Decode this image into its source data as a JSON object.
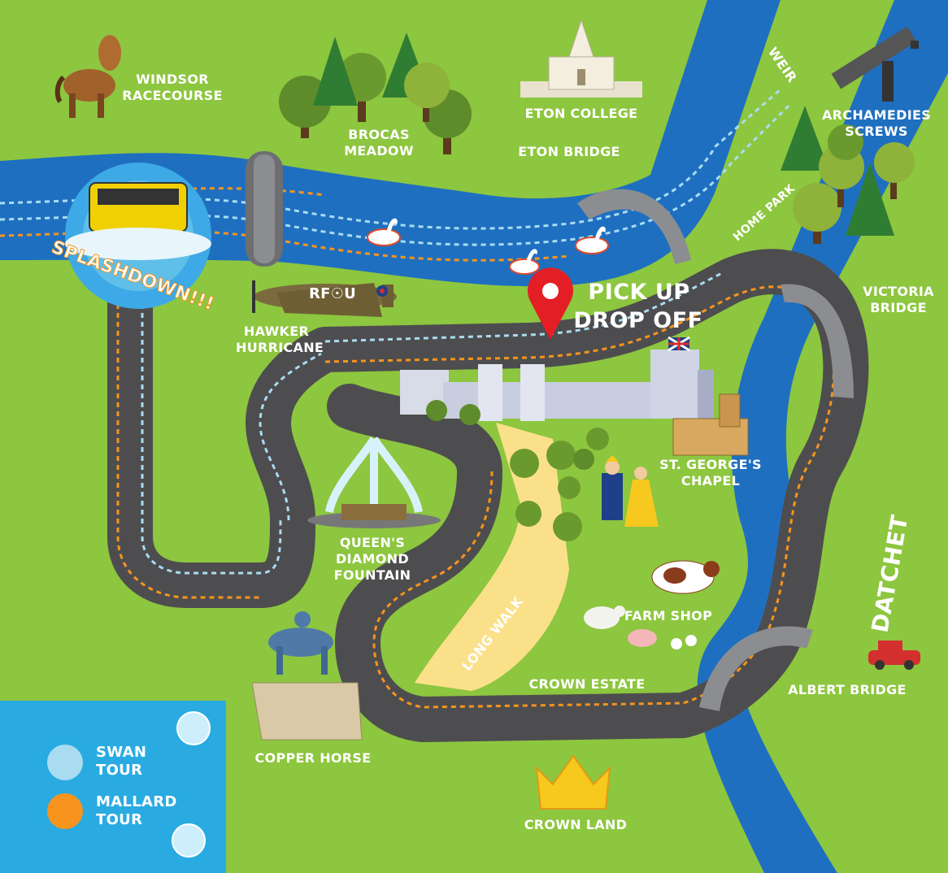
{
  "map": {
    "title": "",
    "colors": {
      "grass": "#8dc63f",
      "river": "#1f6fc0",
      "road": "#4d4d4f",
      "swan_route": "#a9dcf1",
      "mallard_route": "#f7941d",
      "legend_bg": "#29abe2",
      "long_walk": "#fbe08a"
    },
    "labels": {
      "windsor_racecourse": "WINDSOR\nRACECOURSE",
      "brocas_meadow": "BROCAS\nMEADOW",
      "eton_college": "ETON COLLEGE",
      "eton_bridge": "ETON BRIDGE",
      "weir": "WEIR",
      "archamedies_screws": "ARCHAMEDIES\nSCREWS",
      "home_park": "HOME PARK",
      "victoria_bridge": "VICTORIA\nBRIDGE",
      "splashdown": "SPLASHDOWN!!!",
      "hawker_hurricane": "HAWKER\nHURRICANE",
      "pick_up": "PICK UP",
      "drop_off": "DROP OFF",
      "st_georges_chapel": "ST. GEORGE'S\nCHAPEL",
      "queens_diamond_fountain": "QUEEN'S DIAMOND\nFOUNTAIN",
      "long_walk": "LONG WALK",
      "farm_shop": "FARM SHOP",
      "datchet": "DATCHET",
      "crown_estate": "CROWN ESTATE",
      "albert_bridge": "ALBERT BRIDGE",
      "copper_horse": "COPPER HORSE",
      "crown_land": "CROWN LAND",
      "plane_code": "RF☉U"
    },
    "legend": [
      {
        "label": "SWAN\nTOUR",
        "color": "#a9dcf1"
      },
      {
        "label": "MALLARD\nTOUR",
        "color": "#f7941d"
      }
    ],
    "icons": [
      "horse-icon",
      "tree-icon",
      "chapel-icon",
      "screw-icon",
      "amphibious-bus-icon",
      "swan-boat-icon",
      "plane-icon",
      "location-pin-icon",
      "castle-icon",
      "flag-icon",
      "fountain-icon",
      "king-queen-icon",
      "cow-icon",
      "sheep-icon",
      "pig-icon",
      "chicken-icon",
      "car-icon",
      "statue-icon",
      "crown-icon",
      "bubble-icon"
    ]
  }
}
